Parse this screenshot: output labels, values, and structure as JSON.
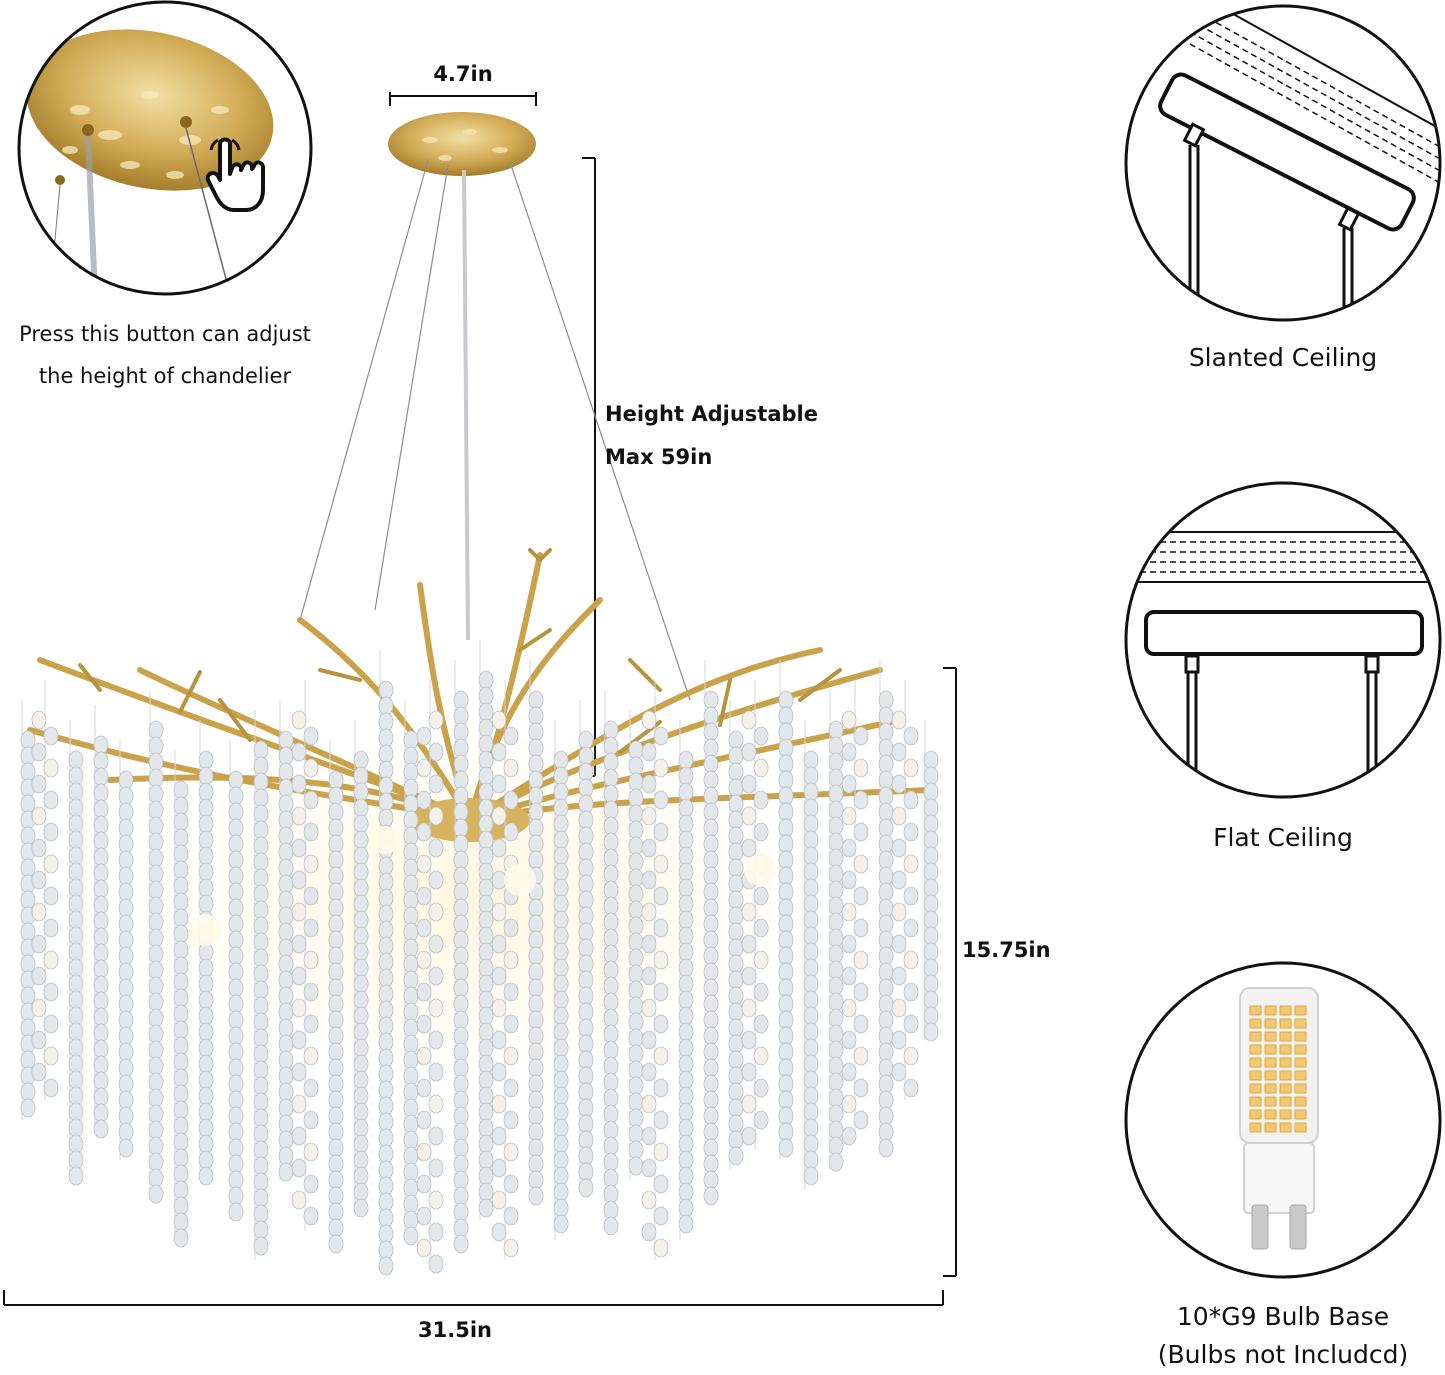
{
  "dimensions": {
    "canopy_width": "4.7in",
    "height_adjustable_line1": "Height Adjustable",
    "height_adjustable_line2": "Max 59in",
    "body_height": "15.75in",
    "body_width": "31.5in"
  },
  "callout": {
    "line1": "Press this button can adjust",
    "line2": "the height of chandelier",
    "icon": "hand-pointer-icon"
  },
  "mounting": {
    "slanted_label": "Slanted Ceiling",
    "flat_label": "Flat Ceiling"
  },
  "bulb": {
    "line1": "10*G9 Bulb Base",
    "line2": "(Bulbs not Includcd)"
  },
  "colors": {
    "gold": "#c9a24a",
    "gold_dark": "#a57d2c",
    "crystal": "#e6e8ea",
    "line": "#111111"
  }
}
